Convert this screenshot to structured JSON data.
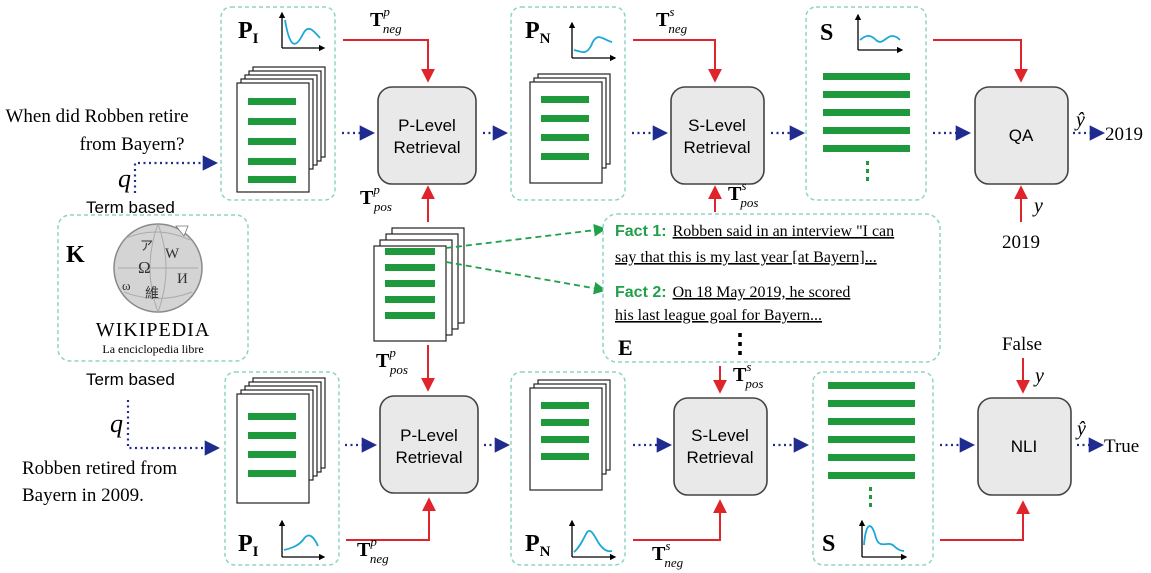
{
  "top": {
    "question_line1": "When did Robben retire",
    "question_line2": "from Bayern?",
    "q_symbol": "q",
    "term_based": "Term based",
    "pi_label": "P",
    "pi_sub": "I",
    "pn_label": "P",
    "pn_sub": "N",
    "s_label": "S",
    "t_neg_p": "T",
    "t_neg_p_sup": "p",
    "t_neg_p_sub": "neg",
    "t_neg_s": "T",
    "t_neg_s_sup": "s",
    "t_neg_s_sub": "neg",
    "t_pos_p": "T",
    "t_pos_p_sup": "p",
    "t_pos_p_sub": "pos",
    "t_pos_s": "T",
    "t_pos_s_sup": "s",
    "t_pos_s_sub": "pos",
    "plevel_line1": "P-Level",
    "plevel_line2": "Retrieval",
    "slevel_line1": "S-Level",
    "slevel_line2": "Retrieval",
    "task_label": "QA",
    "yhat": "ŷ",
    "output": "2019",
    "y_symbol": "y",
    "gold": "2019"
  },
  "middle": {
    "k_label": "K",
    "wiki_glyph_1": "Ω",
    "wiki_glyph_2": "W",
    "wiki_glyph_3": "И",
    "wiki_glyph_4": "維",
    "wiki_glyph_5": "ω",
    "wiki_glyph_6": "ア",
    "wiki_wordmark": "WIKIPEDIA",
    "wiki_tagline": "La enciclopedia libre",
    "fact1_label": "Fact 1:",
    "fact1_line1": "Robben said in an interview \"I can",
    "fact1_line2": "say that this is my last year [at Bayern]...",
    "fact2_label": "Fact 2:",
    "fact2_line1": "On 18 May 2019, he scored",
    "fact2_line2": "his last league goal for Bayern...",
    "e_label": "E",
    "ellipsis": "⋮"
  },
  "bottom": {
    "claim_line1": "Robben retired from",
    "claim_line2": "Bayern in 2009.",
    "q_symbol": "q",
    "term_based": "Term based",
    "pi_label": "P",
    "pi_sub": "I",
    "pn_label": "P",
    "pn_sub": "N",
    "s_label": "S",
    "t_pos_p": "T",
    "t_pos_p_sup": "p",
    "t_pos_p_sub": "pos",
    "t_pos_s": "T",
    "t_pos_s_sup": "s",
    "t_pos_s_sub": "pos",
    "t_neg_p": "T",
    "t_neg_p_sup": "p",
    "t_neg_p_sub": "neg",
    "t_neg_s": "T",
    "t_neg_s_sup": "s",
    "t_neg_s_sub": "neg",
    "plevel_line1": "P-Level",
    "plevel_line2": "Retrieval",
    "slevel_line1": "S-Level",
    "slevel_line2": "Retrieval",
    "task_label": "NLI",
    "yhat": "ŷ",
    "output": "True",
    "y_symbol": "y",
    "gold": "False"
  },
  "colors": {
    "dashed_box": "#8fd3c6",
    "red_arrow": "#e0242b",
    "blue_dotted": "#1f2b8f",
    "green_bar": "#1e9a3c",
    "green_arrow": "#21a04a",
    "curve": "#1aa8d8",
    "module_fill": "#e9e9e9",
    "module_stroke": "#444444"
  }
}
